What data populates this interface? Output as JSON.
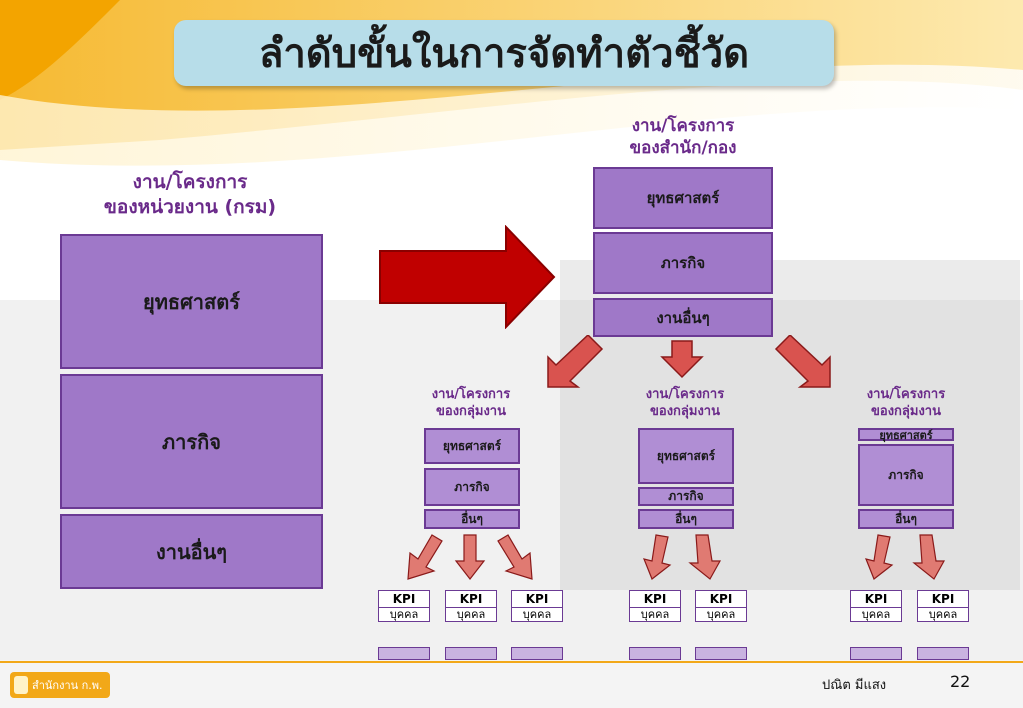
{
  "title": "ลำดับขั้นในการจัดทำตัวชี้วัด",
  "left": {
    "heading": [
      "งาน/โครงการ",
      "ของหน่วยงาน (กรม)"
    ],
    "boxes": [
      "ยุทธศาสตร์",
      "ภารกิจ",
      "งานอื่นๆ"
    ]
  },
  "office": {
    "heading": [
      "งาน/โครงการ",
      "ของสำนัก/กอง"
    ],
    "boxes": [
      "ยุทธศาสตร์",
      "ภารกิจ",
      "งานอื่นๆ"
    ]
  },
  "groups": [
    {
      "heading": [
        "งาน/โครงการ",
        "ของกลุ่มงาน"
      ],
      "boxes": [
        "ยุทธศาสตร์",
        "ภารกิจ",
        "อื่นๆ"
      ]
    },
    {
      "heading": [
        "งาน/โครงการ",
        "ของกลุ่มงาน"
      ],
      "boxes": [
        "ยุทธศาสตร์",
        "ภารกิจ",
        "อื่นๆ"
      ]
    },
    {
      "heading": [
        "งาน/โครงการ",
        "ของกลุ่มงาน"
      ],
      "boxes": [
        "ยุทธศาสตร์",
        "ภารกิจ",
        "อื่นๆ"
      ]
    }
  ],
  "kpi": {
    "label": "KPI",
    "sub": "บุคคล"
  },
  "footer": {
    "author": "ปณิต  มีแสง",
    "page": "22",
    "logo_text": "สำนักงาน ก.พ."
  },
  "colors": {
    "title_bg": "#b7dde9",
    "box": "#9f78c8",
    "arrow_big": "#c00000",
    "arrow_small": "#d9534f",
    "heading": "#6a2a8a"
  }
}
